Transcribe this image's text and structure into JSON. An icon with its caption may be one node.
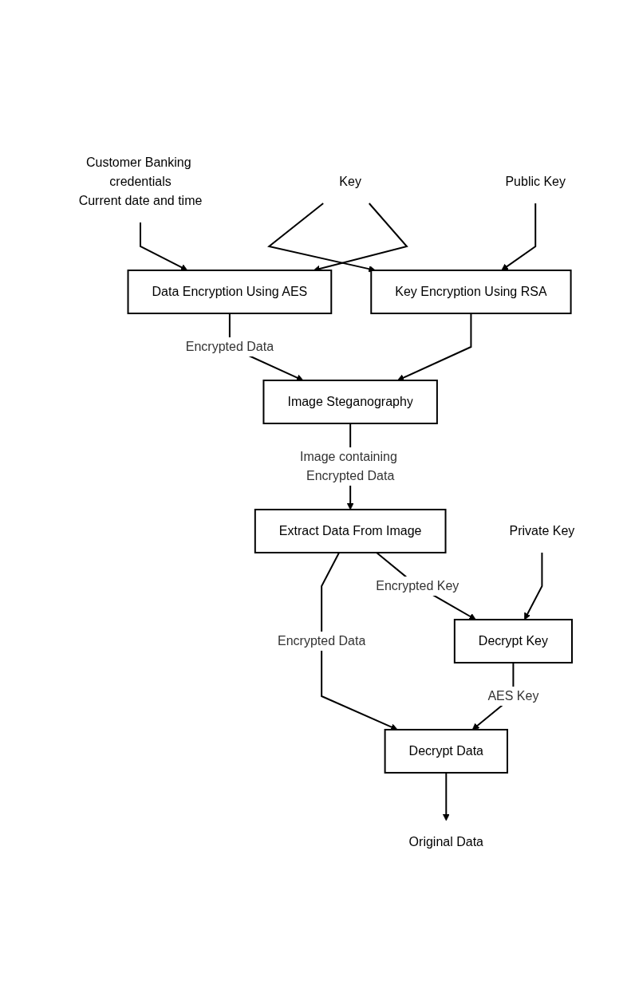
{
  "diagram": {
    "nodes": [
      {
        "text": [
          "Customer Banking credentials",
          "Current date and time"
        ]
      },
      {
        "text": [
          "Key"
        ]
      },
      {
        "text": [
          "Data Encryption Using AES"
        ]
      },
      {
        "text": [
          "Key Encryption Using RSA"
        ]
      },
      {
        "text": [
          "Public Key"
        ]
      },
      {
        "text": [
          "Image Steganography"
        ]
      },
      {
        "text": [
          "Extract Data From Image"
        ]
      },
      {
        "text": [
          "Private Key"
        ]
      },
      {
        "text": [
          "Decrypt Key"
        ]
      },
      {
        "text": [
          "Decrypt Data"
        ]
      },
      {
        "text": [
          "Original Data"
        ]
      }
    ],
    "edges": [
      {
        "from": 0,
        "to": 2,
        "arrow": "to"
      },
      {
        "from": 1,
        "to": 2,
        "arrow": "to"
      },
      {
        "from": 1,
        "to": 3,
        "arrow": "to"
      },
      {
        "from": 4,
        "to": 3,
        "arrow": "to"
      },
      {
        "from": 3,
        "to": 5,
        "arrow": "to"
      },
      {
        "from": 2,
        "to": 5,
        "arrow": "to",
        "label": "Encrypted Data"
      },
      {
        "from": 5,
        "to": 6,
        "arrow": "to",
        "label": "Image containing Encrypted Data"
      },
      {
        "from": 6,
        "to": 8,
        "arrow": "to",
        "label": "Encrypted Key"
      },
      {
        "from": 7,
        "to": 8,
        "arrow": "to"
      },
      {
        "from": 8,
        "to": 9,
        "arrow": "to",
        "label": "AES Key"
      },
      {
        "from": 6,
        "to": 9,
        "arrow": "to",
        "label": "Encrypted Data"
      },
      {
        "from": 9,
        "to": 10,
        "arrow": "to"
      }
    ]
  }
}
